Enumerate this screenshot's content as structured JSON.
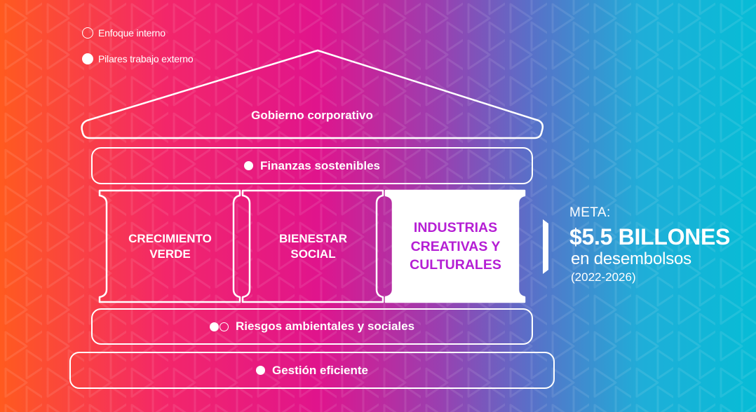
{
  "legend": {
    "internal": {
      "label": "Enfoque interno"
    },
    "external": {
      "label": "Pilares trabajo externo"
    }
  },
  "structure": {
    "roof": {
      "label": "Gobierno corporativo"
    },
    "top_band": {
      "label": "Finanzas sostenibles"
    },
    "pillars": [
      {
        "line1": "CRECIMIENTO",
        "line2": "VERDE",
        "highlighted": false
      },
      {
        "line1": "BIENESTAR",
        "line2": "SOCIAL",
        "highlighted": false
      },
      {
        "line1": "INDUSTRIAS",
        "line2": "CREATIVAS Y",
        "line3": "CULTURALES",
        "highlighted": true
      }
    ],
    "risk_band": {
      "label": "Riesgos ambientales y sociales"
    },
    "base_band": {
      "label": "Gestión eficiente"
    }
  },
  "goal": {
    "label": "META:",
    "amount": "$5.5 BILLONES",
    "sub": "en desembolsos",
    "years": "(2022-2026)"
  },
  "colors": {
    "gradient": [
      "#ff5a1f",
      "#f3266a",
      "#e0148c",
      "#9a3fb0",
      "#5a6fc8",
      "#1faed8",
      "#07bcd6"
    ],
    "highlight_text": "#b51ed4",
    "line": "#ffffff"
  }
}
